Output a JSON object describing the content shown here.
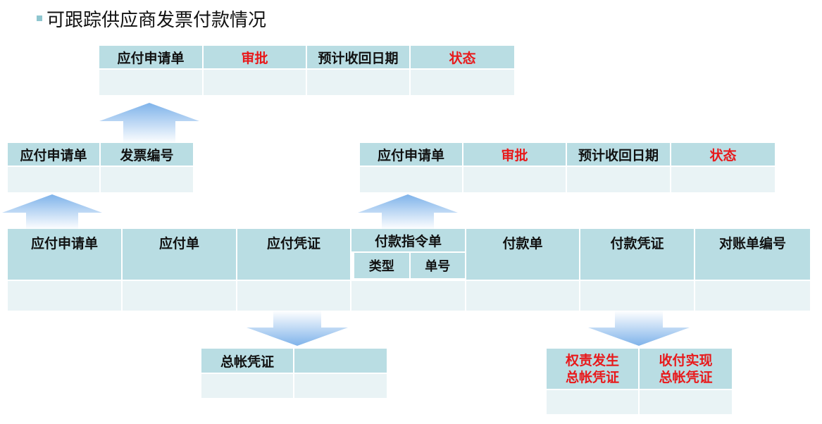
{
  "title": "可跟踪供应商发票付款情况",
  "colors": {
    "header_bg": "#b9dde3",
    "row_bg": "#e9f3f5",
    "highlight_text": "#e8191b",
    "arrow_light": "#ffffff",
    "arrow_dark": "#7fb3ea"
  },
  "top_table": {
    "headers": [
      "应付申请单",
      "审批",
      "预计收回日期",
      "状态"
    ]
  },
  "invoice_table": {
    "headers": [
      "应付申请单",
      "发票编号"
    ]
  },
  "mid_table": {
    "headers": [
      "应付申请单",
      "审批",
      "预计收回日期",
      "状态"
    ]
  },
  "main_table": {
    "headers": [
      "应付申请单",
      "应付单",
      "应付凭证",
      "付款指令单",
      "付款单",
      "付款凭证",
      "对账单编号"
    ],
    "payment_order_subheaders": [
      "类型",
      "单号"
    ]
  },
  "gl_table": {
    "headers": [
      "总帐凭证",
      ""
    ]
  },
  "accrual_table": {
    "headers": [
      "权责发生\n总帐凭证",
      "收付实现\n总帐凭证"
    ]
  }
}
